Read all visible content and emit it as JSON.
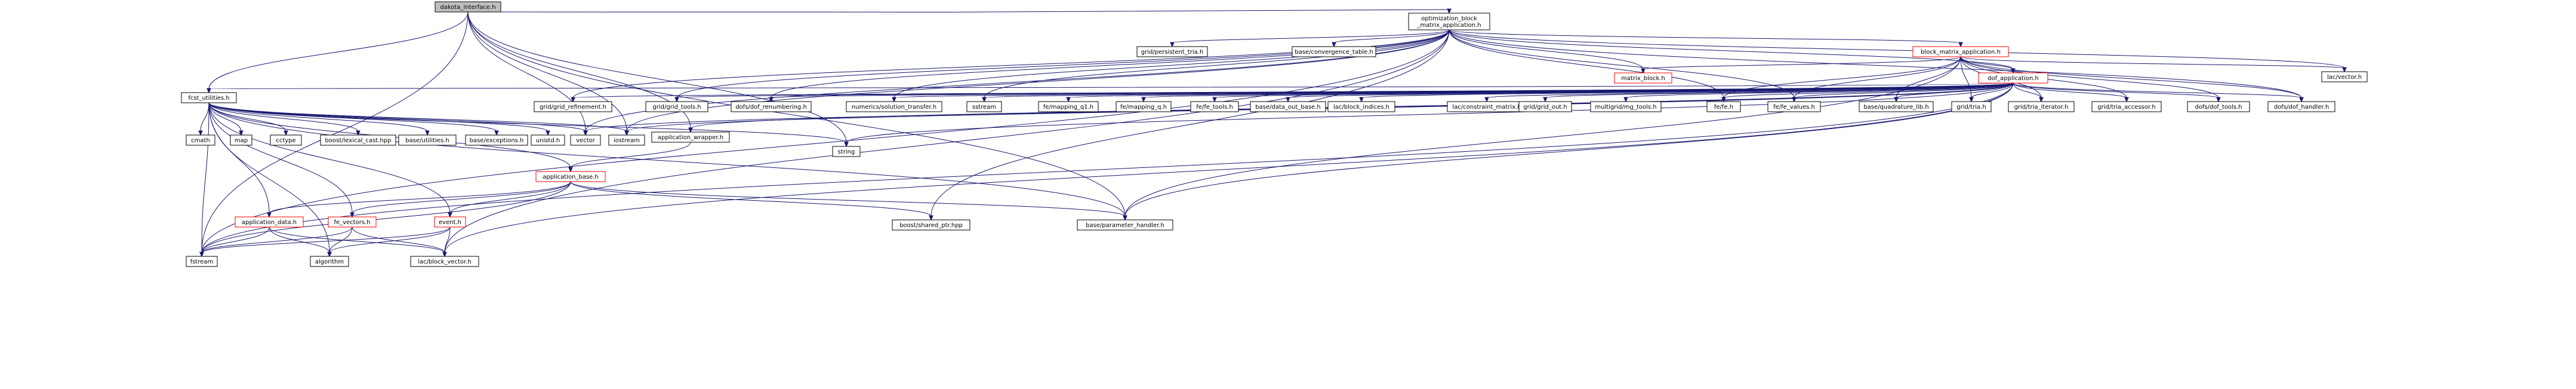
{
  "colors": {
    "root_fill": "#bfbfbf",
    "normal_fill": "#ffffff",
    "normal_border": "#000000",
    "truncated_border": "#ff0000",
    "edge": "#191970"
  },
  "nodes": [
    {
      "id": "dakota_interface",
      "lines": [
        "dakota_interface.h"
      ],
      "kind": "root"
    },
    {
      "id": "optimization_block",
      "lines": [
        "optimization_block",
        "_matrix_application.h"
      ],
      "kind": "normal"
    },
    {
      "id": "fcst_utilities",
      "lines": [
        "fcst_utilities.h"
      ],
      "kind": "normal"
    },
    {
      "id": "block_matrix_application",
      "lines": [
        "block_matrix_application.h"
      ],
      "kind": "truncated"
    },
    {
      "id": "dof_application",
      "lines": [
        "dof_application.h"
      ],
      "kind": "truncated"
    },
    {
      "id": "matrix_block",
      "lines": [
        "matrix_block.h"
      ],
      "kind": "truncated"
    },
    {
      "id": "application_wrapper",
      "lines": [
        "application_wrapper.h"
      ],
      "kind": "normal"
    },
    {
      "id": "application_base",
      "lines": [
        "application_base.h"
      ],
      "kind": "truncated"
    },
    {
      "id": "application_data",
      "lines": [
        "application_data.h"
      ],
      "kind": "truncated"
    },
    {
      "id": "fe_vectors",
      "lines": [
        "fe_vectors.h"
      ],
      "kind": "truncated"
    },
    {
      "id": "event",
      "lines": [
        "event.h"
      ],
      "kind": "truncated"
    },
    {
      "id": "grid_persistent_tria",
      "lines": [
        "grid/persistent_tria.h"
      ],
      "kind": "normal"
    },
    {
      "id": "base_convergence_table",
      "lines": [
        "base/convergence_table.h"
      ],
      "kind": "normal"
    },
    {
      "id": "lac_vector",
      "lines": [
        "lac/vector.h"
      ],
      "kind": "normal"
    },
    {
      "id": "grid_grid_refinement",
      "lines": [
        "grid/grid_refinement.h"
      ],
      "kind": "normal"
    },
    {
      "id": "grid_grid_tools",
      "lines": [
        "grid/grid_tools.h"
      ],
      "kind": "normal"
    },
    {
      "id": "dofs_dof_renumbering",
      "lines": [
        "dofs/dof_renumbering.h"
      ],
      "kind": "normal"
    },
    {
      "id": "numerics_solution_transfer",
      "lines": [
        "numerics/solution_transfer.h"
      ],
      "kind": "normal"
    },
    {
      "id": "sstream",
      "lines": [
        "sstream"
      ],
      "kind": "normal"
    },
    {
      "id": "fe_mapping_q1",
      "lines": [
        "fe/mapping_q1.h"
      ],
      "kind": "normal"
    },
    {
      "id": "fe_mapping_q",
      "lines": [
        "fe/mapping_q.h"
      ],
      "kind": "normal"
    },
    {
      "id": "fe_fe_tools",
      "lines": [
        "fe/fe_tools.h"
      ],
      "kind": "normal"
    },
    {
      "id": "base_data_out_base",
      "lines": [
        "base/data_out_base.h"
      ],
      "kind": "normal"
    },
    {
      "id": "lac_block_indices",
      "lines": [
        "lac/block_indices.h"
      ],
      "kind": "normal"
    },
    {
      "id": "lac_constraint_matrix",
      "lines": [
        "lac/constraint_matrix.h"
      ],
      "kind": "normal"
    },
    {
      "id": "grid_grid_out",
      "lines": [
        "grid/grid_out.h"
      ],
      "kind": "normal"
    },
    {
      "id": "multigrid_mg_tools",
      "lines": [
        "multigrid/mg_tools.h"
      ],
      "kind": "normal"
    },
    {
      "id": "fe_fe",
      "lines": [
        "fe/fe.h"
      ],
      "kind": "normal"
    },
    {
      "id": "fe_fe_values",
      "lines": [
        "fe/fe_values.h"
      ],
      "kind": "normal"
    },
    {
      "id": "base_quadrature_lib",
      "lines": [
        "base/quadrature_lib.h"
      ],
      "kind": "normal"
    },
    {
      "id": "grid_tria",
      "lines": [
        "grid/tria.h"
      ],
      "kind": "normal"
    },
    {
      "id": "grid_tria_iterator",
      "lines": [
        "grid/tria_iterator.h"
      ],
      "kind": "normal"
    },
    {
      "id": "grid_tria_accessor",
      "lines": [
        "grid/tria_accessor.h"
      ],
      "kind": "normal"
    },
    {
      "id": "dofs_dof_tools",
      "lines": [
        "dofs/dof_tools.h"
      ],
      "kind": "normal"
    },
    {
      "id": "dofs_dof_handler",
      "lines": [
        "dofs/dof_handler.h"
      ],
      "kind": "normal"
    },
    {
      "id": "cmath",
      "lines": [
        "cmath"
      ],
      "kind": "normal"
    },
    {
      "id": "map",
      "lines": [
        "map"
      ],
      "kind": "normal"
    },
    {
      "id": "cctype",
      "lines": [
        "cctype"
      ],
      "kind": "normal"
    },
    {
      "id": "boost_lexical_cast",
      "lines": [
        "boost/lexical_cast.hpp"
      ],
      "kind": "normal"
    },
    {
      "id": "base_utilities",
      "lines": [
        "base/utilities.h"
      ],
      "kind": "normal"
    },
    {
      "id": "base_exceptions",
      "lines": [
        "base/exceptions.h"
      ],
      "kind": "normal"
    },
    {
      "id": "unistd",
      "lines": [
        "unistd.h"
      ],
      "kind": "normal"
    },
    {
      "id": "vector",
      "lines": [
        "vector"
      ],
      "kind": "normal"
    },
    {
      "id": "iostream",
      "lines": [
        "iostream"
      ],
      "kind": "normal"
    },
    {
      "id": "string",
      "lines": [
        "string"
      ],
      "kind": "normal"
    },
    {
      "id": "fstream",
      "lines": [
        "fstream"
      ],
      "kind": "normal"
    },
    {
      "id": "algorithm",
      "lines": [
        "algorithm"
      ],
      "kind": "normal"
    },
    {
      "id": "lac_block_vector",
      "lines": [
        "lac/block_vector.h"
      ],
      "kind": "normal"
    },
    {
      "id": "boost_shared_ptr",
      "lines": [
        "boost/shared_ptr.hpp"
      ],
      "kind": "normal"
    },
    {
      "id": "base_parameter_handler",
      "lines": [
        "base/parameter_handler.h"
      ],
      "kind": "normal"
    }
  ],
  "edges": [
    [
      "dakota_interface",
      "optimization_block"
    ],
    [
      "dakota_interface",
      "fcst_utilities"
    ],
    [
      "dakota_interface",
      "vector"
    ],
    [
      "dakota_interface",
      "iostream"
    ],
    [
      "dakota_interface",
      "fstream"
    ],
    [
      "dakota_interface",
      "string"
    ],
    [
      "dakota_interface",
      "base_parameter_handler"
    ],
    [
      "dakota_interface",
      "application_wrapper"
    ],
    [
      "optimization_block",
      "block_matrix_application"
    ],
    [
      "optimization_block",
      "dof_application"
    ],
    [
      "optimization_block",
      "matrix_block"
    ],
    [
      "optimization_block",
      "grid_persistent_tria"
    ],
    [
      "optimization_block",
      "base_convergence_table"
    ],
    [
      "optimization_block",
      "lac_vector"
    ],
    [
      "optimization_block",
      "grid_grid_refinement"
    ],
    [
      "optimization_block",
      "grid_grid_tools"
    ],
    [
      "optimization_block",
      "dofs_dof_renumbering"
    ],
    [
      "optimization_block",
      "numerics_solution_transfer"
    ],
    [
      "optimization_block",
      "sstream"
    ],
    [
      "optimization_block",
      "fe_fe"
    ],
    [
      "optimization_block",
      "fe_fe_values"
    ],
    [
      "optimization_block",
      "dofs_dof_handler"
    ],
    [
      "optimization_block",
      "fstream"
    ],
    [
      "optimization_block",
      "iostream"
    ],
    [
      "optimization_block",
      "vector"
    ],
    [
      "optimization_block",
      "lac_block_vector"
    ],
    [
      "optimization_block",
      "boost_shared_ptr"
    ],
    [
      "block_matrix_application",
      "dof_application"
    ],
    [
      "block_matrix_application",
      "matrix_block"
    ],
    [
      "block_matrix_application",
      "lac_vector"
    ],
    [
      "block_matrix_application",
      "fe_fe"
    ],
    [
      "block_matrix_application",
      "fe_fe_values"
    ],
    [
      "block_matrix_application",
      "base_quadrature_lib"
    ],
    [
      "block_matrix_application",
      "grid_tria"
    ],
    [
      "block_matrix_application",
      "grid_tria_iterator"
    ],
    [
      "block_matrix_application",
      "grid_tria_accessor"
    ],
    [
      "block_matrix_application",
      "dofs_dof_tools"
    ],
    [
      "block_matrix_application",
      "dofs_dof_handler"
    ],
    [
      "block_matrix_application",
      "base_parameter_handler"
    ],
    [
      "dof_application",
      "fcst_utilities"
    ],
    [
      "dof_application",
      "grid_grid_refinement"
    ],
    [
      "dof_application",
      "grid_grid_tools"
    ],
    [
      "dof_application",
      "dofs_dof_renumbering"
    ],
    [
      "dof_application",
      "numerics_solution_transfer"
    ],
    [
      "dof_application",
      "sstream"
    ],
    [
      "dof_application",
      "fe_mapping_q1"
    ],
    [
      "dof_application",
      "fe_mapping_q"
    ],
    [
      "dof_application",
      "fe_fe_tools"
    ],
    [
      "dof_application",
      "base_data_out_base"
    ],
    [
      "dof_application",
      "lac_block_indices"
    ],
    [
      "dof_application",
      "lac_constraint_matrix"
    ],
    [
      "dof_application",
      "grid_grid_out"
    ],
    [
      "dof_application",
      "multigrid_mg_tools"
    ],
    [
      "dof_application",
      "fe_fe"
    ],
    [
      "dof_application",
      "fe_fe_values"
    ],
    [
      "dof_application",
      "base_quadrature_lib"
    ],
    [
      "dof_application",
      "grid_tria"
    ],
    [
      "dof_application",
      "grid_tria_iterator"
    ],
    [
      "dof_application",
      "grid_tria_accessor"
    ],
    [
      "dof_application",
      "dofs_dof_tools"
    ],
    [
      "dof_application",
      "dofs_dof_handler"
    ],
    [
      "dof_application",
      "application_wrapper"
    ],
    [
      "dof_application",
      "iostream"
    ],
    [
      "dof_application",
      "vector"
    ],
    [
      "dof_application",
      "string"
    ],
    [
      "dof_application",
      "fstream"
    ],
    [
      "dof_application",
      "lac_block_vector"
    ],
    [
      "dof_application",
      "base_parameter_handler"
    ],
    [
      "fcst_utilities",
      "cmath"
    ],
    [
      "fcst_utilities",
      "map"
    ],
    [
      "fcst_utilities",
      "cctype"
    ],
    [
      "fcst_utilities",
      "boost_lexical_cast"
    ],
    [
      "fcst_utilities",
      "base_utilities"
    ],
    [
      "fcst_utilities",
      "base_exceptions"
    ],
    [
      "fcst_utilities",
      "unistd"
    ],
    [
      "fcst_utilities",
      "vector"
    ],
    [
      "fcst_utilities",
      "iostream"
    ],
    [
      "fcst_utilities",
      "string"
    ],
    [
      "fcst_utilities",
      "fstream"
    ],
    [
      "fcst_utilities",
      "algorithm"
    ],
    [
      "fcst_utilities",
      "application_data"
    ],
    [
      "fcst_utilities",
      "fe_vectors"
    ],
    [
      "fcst_utilities",
      "event"
    ],
    [
      "fcst_utilities",
      "application_base"
    ],
    [
      "fcst_utilities",
      "base_parameter_handler"
    ],
    [
      "application_wrapper",
      "application_base"
    ],
    [
      "application_base",
      "application_data"
    ],
    [
      "application_base",
      "fe_vectors"
    ],
    [
      "application_base",
      "event"
    ],
    [
      "application_base",
      "boost_shared_ptr"
    ],
    [
      "application_base",
      "base_parameter_handler"
    ],
    [
      "application_base",
      "fstream"
    ],
    [
      "application_data",
      "fstream"
    ],
    [
      "application_data",
      "algorithm"
    ],
    [
      "application_data",
      "lac_block_vector"
    ],
    [
      "fe_vectors",
      "fstream"
    ],
    [
      "fe_vectors",
      "algorithm"
    ],
    [
      "fe_vectors",
      "lac_block_vector"
    ],
    [
      "event",
      "fstream"
    ],
    [
      "event",
      "algorithm"
    ],
    [
      "event",
      "lac_block_vector"
    ]
  ]
}
